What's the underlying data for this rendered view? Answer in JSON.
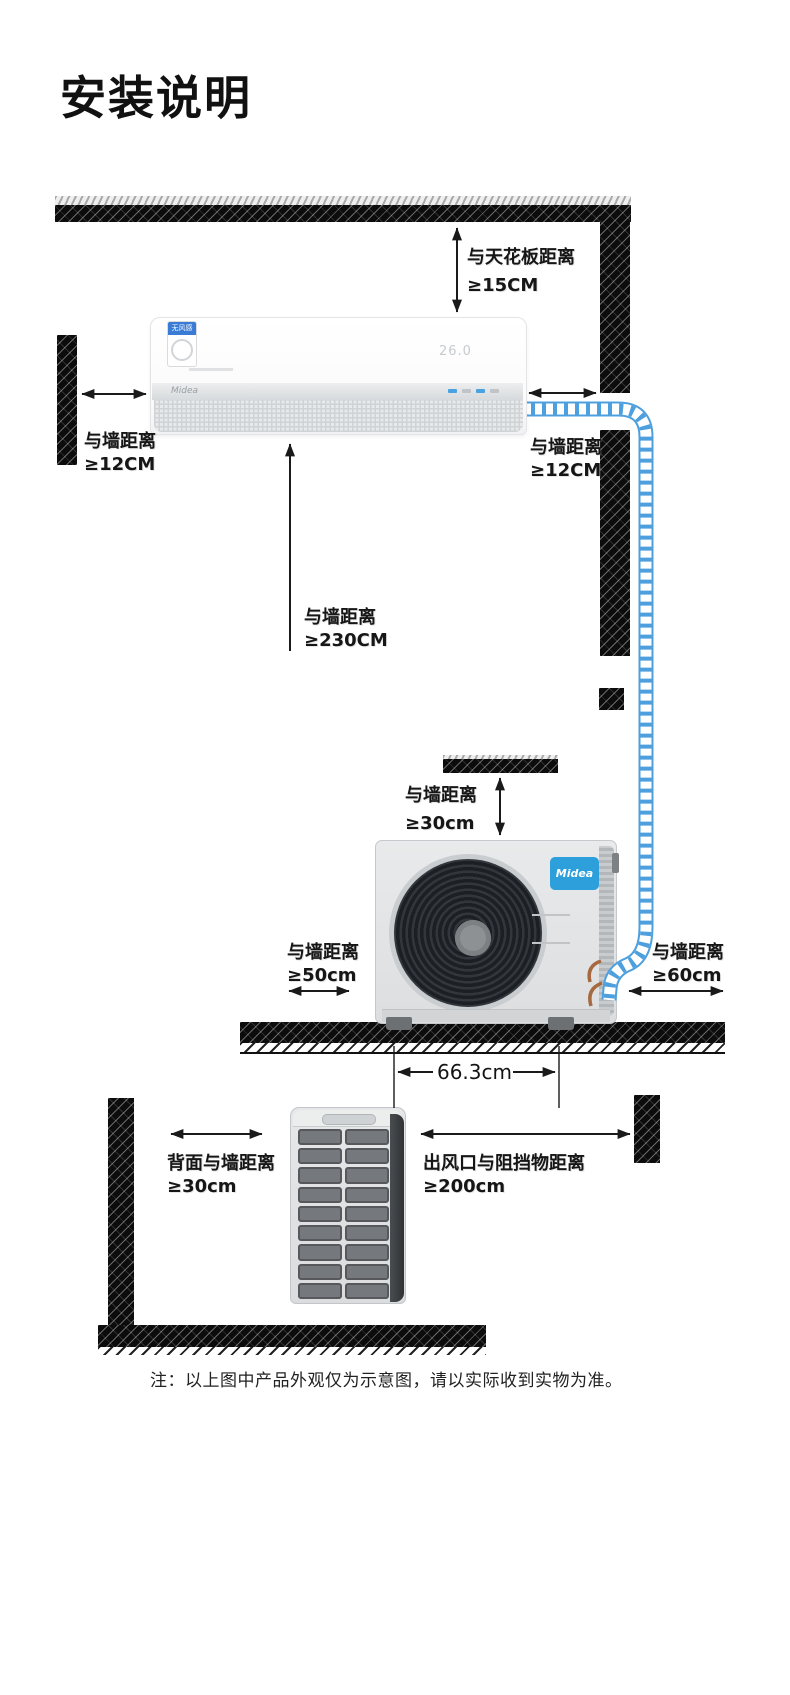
{
  "title": "安装说明",
  "indoor_section": {
    "ceiling_label": {
      "line1": "与天花板距离",
      "line2": "≥15CM"
    },
    "left_label": {
      "line1": "与墙距离",
      "line2": "≥12CM"
    },
    "right_label": {
      "line1": "与墙距离",
      "line2": "≥12CM"
    },
    "floor_label": {
      "line1": "与墙距离",
      "line2": "≥230CM"
    },
    "unit": {
      "brand": "Midea",
      "badge": "无风感",
      "temp_display": "26.0"
    }
  },
  "outdoor_front_section": {
    "top_label": {
      "line1": "与墙距离",
      "line2": "≥30cm"
    },
    "left_label": {
      "line1": "与墙距离",
      "line2": "≥50cm"
    },
    "right_label": {
      "line1": "与墙距离",
      "line2": "≥60cm"
    },
    "width_dimension": "66.3cm",
    "unit": {
      "brand": "Midea"
    }
  },
  "outdoor_side_section": {
    "back_label": {
      "line1": "背面与墙距离",
      "line2": "≥30cm"
    },
    "outlet_label": {
      "line1": "出风口与阻挡物距离",
      "line2": "≥200cm"
    }
  },
  "note": "注：以上图中产品外观仅为示意图，请以实际收到实物为准。",
  "colors": {
    "pipe_blue": "#4da0dd",
    "midea_blue": "#2da0dc",
    "copper": "#a5683f",
    "wall_black": "#0c0c0c",
    "annotation_black": "#1a1a1a"
  }
}
